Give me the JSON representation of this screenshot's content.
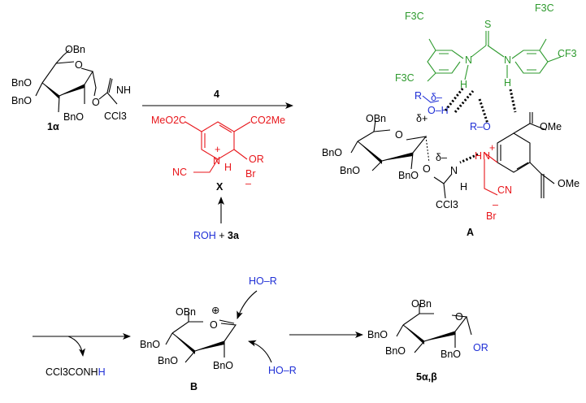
{
  "compounds": {
    "donor_label": "1α",
    "catalyst_label": "4",
    "intermediate_x_label": "X",
    "complex_a_label": "A",
    "oxocarbenium_b_label": "B",
    "product_label": "5α,β"
  },
  "reagents": {
    "roh": "ROH",
    "plus": " + ",
    "acceptor": "3a",
    "byproduct_prefix": "CCl3CONH",
    "byproduct_suffix": "H",
    "nucleophile_top": "HO–R",
    "nucleophile_bottom": "HO–R"
  },
  "atoms": {
    "obn": "OBn",
    "bno": "BnO",
    "o": "O",
    "nh": "NH",
    "n": "N",
    "h": "H",
    "s": "S",
    "cf3": "CF3",
    "f3c": "F3C",
    "ccl3": "CCl3",
    "co2me": "CO2Me",
    "meo2c": "MeO2C",
    "ome": "OMe",
    "or": "OR",
    "r": "R",
    "oh": "O–H",
    "ro": "R–O",
    "br": "Br",
    "minus": "–",
    "plus_charge": "+",
    "cn": "CN",
    "nc": "NC",
    "delta_minus": "δ–",
    "delta_plus": "δ+",
    "oplus": "⊕"
  },
  "colors": {
    "thiourea": "#2e9a2e",
    "pyridinium": "#e8161b",
    "alcohol": "#1f2fd6",
    "default": "#000000"
  }
}
